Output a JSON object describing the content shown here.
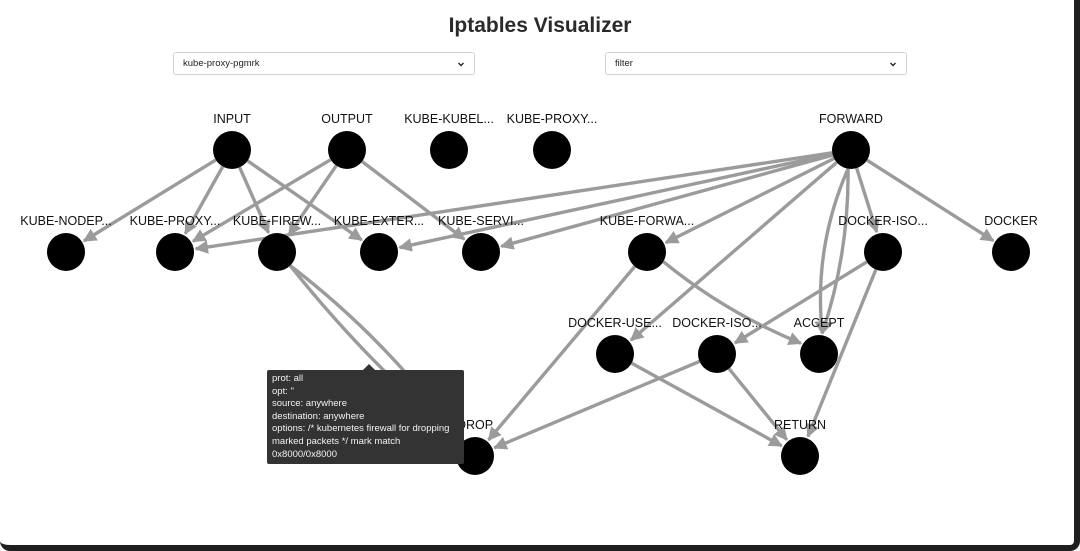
{
  "app": {
    "title": "Iptables Visualizer"
  },
  "selects": {
    "pod": {
      "value": "kube-proxy-pgmrk"
    },
    "table": {
      "value": "filter"
    }
  },
  "graph": {
    "nodes": [
      {
        "id": "INPUT",
        "label": "INPUT"
      },
      {
        "id": "OUTPUT",
        "label": "OUTPUT"
      },
      {
        "id": "KUBE-KUBELET",
        "label": "KUBE-KUBEL..."
      },
      {
        "id": "KUBE-PROXY-TOP",
        "label": "KUBE-PROXY..."
      },
      {
        "id": "FORWARD",
        "label": "FORWARD"
      },
      {
        "id": "KUBE-NODEPORTS",
        "label": "KUBE-NODEP..."
      },
      {
        "id": "KUBE-PROXY",
        "label": "KUBE-PROXY..."
      },
      {
        "id": "KUBE-FIREWALL",
        "label": "KUBE-FIREW..."
      },
      {
        "id": "KUBE-EXTERNAL",
        "label": "KUBE-EXTER..."
      },
      {
        "id": "KUBE-SERVICES",
        "label": "KUBE-SERVI..."
      },
      {
        "id": "KUBE-FORWARD",
        "label": "KUBE-FORWA..."
      },
      {
        "id": "DOCKER-ISO-1",
        "label": "DOCKER-ISO..."
      },
      {
        "id": "DOCKER",
        "label": "DOCKER"
      },
      {
        "id": "DOCKER-USER",
        "label": "DOCKER-USE..."
      },
      {
        "id": "DOCKER-ISO-2",
        "label": "DOCKER-ISO..."
      },
      {
        "id": "ACCEPT",
        "label": "ACCEPT"
      },
      {
        "id": "DROP",
        "label": "DROP"
      },
      {
        "id": "RETURN",
        "label": "RETURN"
      }
    ],
    "edges": [
      [
        "INPUT",
        "KUBE-NODEPORTS"
      ],
      [
        "INPUT",
        "KUBE-PROXY"
      ],
      [
        "INPUT",
        "KUBE-FIREWALL"
      ],
      [
        "INPUT",
        "KUBE-EXTERNAL"
      ],
      [
        "OUTPUT",
        "KUBE-PROXY"
      ],
      [
        "OUTPUT",
        "KUBE-FIREWALL"
      ],
      [
        "OUTPUT",
        "KUBE-SERVICES"
      ],
      [
        "FORWARD",
        "KUBE-PROXY"
      ],
      [
        "FORWARD",
        "KUBE-EXTERNAL"
      ],
      [
        "FORWARD",
        "KUBE-SERVICES"
      ],
      [
        "FORWARD",
        "KUBE-FORWARD"
      ],
      [
        "FORWARD",
        "DOCKER-USER"
      ],
      [
        "FORWARD",
        "DOCKER-ISO-1"
      ],
      [
        "FORWARD",
        "DOCKER"
      ],
      [
        "FORWARD",
        "ACCEPT"
      ],
      [
        "KUBE-FIREWALL",
        "DROP"
      ],
      [
        "KUBE-FORWARD",
        "DROP"
      ],
      [
        "KUBE-FORWARD",
        "ACCEPT"
      ],
      [
        "DOCKER-ISO-1",
        "DOCKER-ISO-2"
      ],
      [
        "DOCKER-ISO-1",
        "RETURN"
      ],
      [
        "DOCKER-ISO-2",
        "DROP"
      ],
      [
        "DOCKER-USER",
        "RETURN"
      ],
      [
        "DOCKER-ISO-2",
        "RETURN"
      ]
    ]
  },
  "tooltip": {
    "lines": [
      "prot: all",
      "opt: ''",
      "source: anywhere",
      "destination: anywhere",
      "options: /* kubernetes firewall for dropping marked packets */ mark match 0x8000/0x8000"
    ]
  },
  "colors": {
    "node": "#000000",
    "edge": "#9b9b9b",
    "tooltip_bg": "#333333"
  }
}
